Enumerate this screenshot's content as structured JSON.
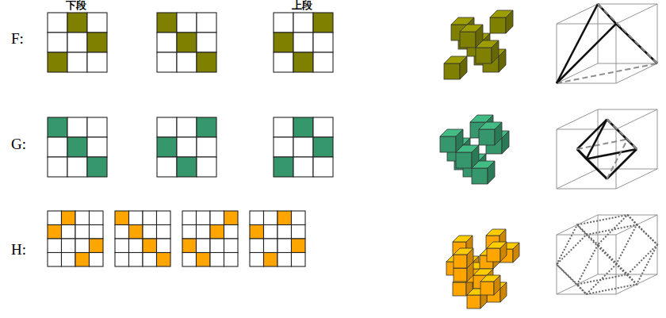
{
  "diagram": {
    "labels": [
      "下段",
      "上段",
      "F:",
      "G:",
      "H:"
    ]
  }
}
